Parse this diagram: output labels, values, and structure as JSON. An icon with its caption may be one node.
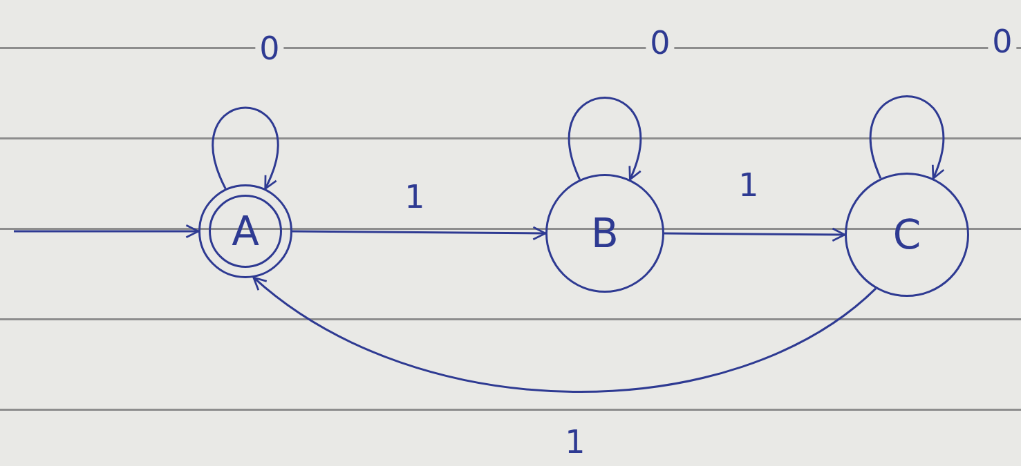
{
  "diagram": {
    "nodes": [
      {
        "text": [
          "A"
        ]
      },
      {
        "text": [
          "B"
        ]
      },
      {
        "text": [
          "C"
        ]
      }
    ],
    "edges": [
      {
        "from": null,
        "to": 0,
        "arrow": "to"
      },
      {
        "from": 0,
        "to": 0,
        "arrow": "to",
        "label": "0"
      },
      {
        "from": 0,
        "to": 1,
        "arrow": "to",
        "label": "1"
      },
      {
        "from": 1,
        "to": 1,
        "arrow": "to",
        "label": "0"
      },
      {
        "from": 1,
        "to": 2,
        "arrow": "to",
        "label": "1"
      },
      {
        "from": 2,
        "to": 2,
        "arrow": "to",
        "label": "0"
      },
      {
        "from": 2,
        "to": 0,
        "arrow": "to",
        "label": "1"
      }
    ]
  }
}
